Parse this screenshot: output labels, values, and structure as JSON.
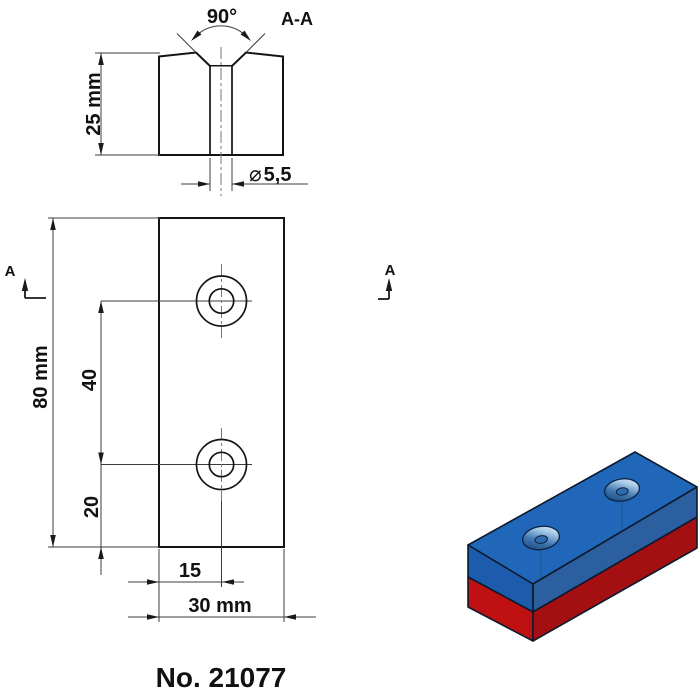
{
  "footer": {
    "part_number": "No. 21077"
  },
  "section_view": {
    "label": "A-A",
    "angle_label": "90°",
    "height_label": "25 mm",
    "hole_dia_symbol": "⌀",
    "hole_dia_value": "5,5"
  },
  "front_view": {
    "height_label": "80 mm",
    "hole_spacing_label": "40",
    "hole_bottom_offset_label": "20",
    "hole_left_offset_label": "15",
    "width_label": "30 mm",
    "section_marker_left": "A",
    "section_marker_right": "A"
  },
  "render_3d": {
    "description": "isometric magnet block, blue top half with two countersunk holes, red bottom half",
    "colors": {
      "top_face": "#2067b9",
      "front_face_blue": "#1d5cac",
      "side_face_blue": "#2b5f9f",
      "front_face_red": "#bf1112",
      "side_face_red": "#a40f12"
    }
  }
}
